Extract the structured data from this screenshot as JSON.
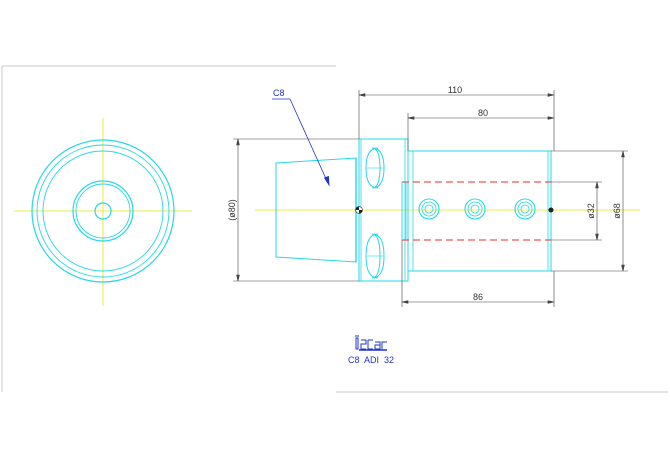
{
  "drawing": {
    "callout_label": "C8",
    "product_code": "C8  ADI  32",
    "logo_text": "ISCAR"
  },
  "dimensions": {
    "overall_length": "110",
    "bore_length": "80",
    "body_length": "86",
    "flange_diameter": "(ø80)",
    "bore_diameter": "ø32",
    "body_diameter": "ø68"
  },
  "colors": {
    "outline": "#27d7e8",
    "centerline": "#e6e600",
    "dimension": "#444444",
    "hidden_line": "#e03030",
    "annotation": "#2233cc",
    "border": "#c8c8c8"
  }
}
